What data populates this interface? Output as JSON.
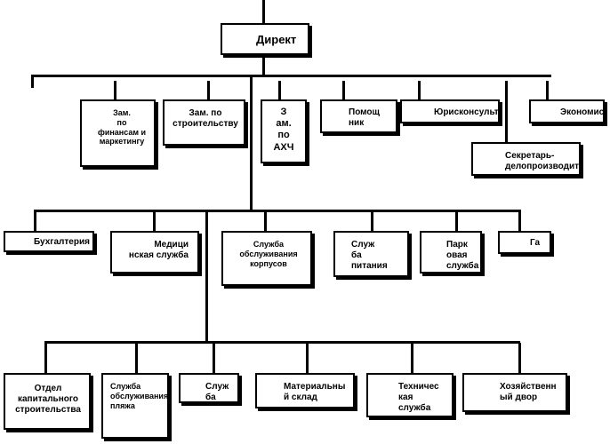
{
  "org_chart": {
    "director": "Директ",
    "level1": [
      "Зам.\nпо\nфинансам и\nмаркетингу",
      "Зам. по\nстроительству",
      "З\nам.\nпо\nАХЧ",
      "Помощ\nник",
      "Юрисконсульт",
      "Экономист",
      "Секретарь-\nделопроизводитель"
    ],
    "level2": [
      "Бухгалтерия",
      "Медици\nнская служба",
      "Служба\nобслуживания\nкорпусов",
      "Служ\nба\nпитания",
      "Парк\nовая\nслужба",
      "Га"
    ],
    "level3": [
      "Отдел\nкапитального\nстроительства",
      "Служба\nобслуживания\nпляжа",
      "Служ\nба",
      "Материальны\nй склад",
      "Техничес\nкая\nслужба",
      "Хозяйственн\nый двор"
    ]
  }
}
